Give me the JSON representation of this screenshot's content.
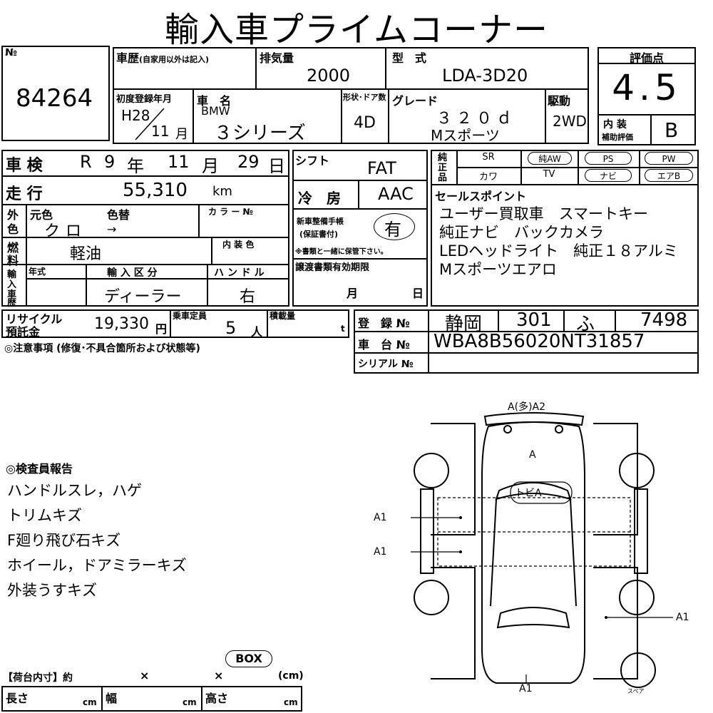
{
  "title": "輸入車プライムコーナー",
  "lot": {
    "label": "№",
    "number": "84264"
  },
  "history": {
    "label": "車歴",
    "note": "(自家用以外は記入)"
  },
  "displacement": {
    "label": "排気量",
    "value": "2000"
  },
  "model_code": {
    "label": "型　式",
    "value": "LDA-3D20"
  },
  "rating": {
    "label": "評価点",
    "score": "4.5",
    "interior_label_1": "内 装",
    "interior_label_2": "補助評価",
    "interior_value": "B"
  },
  "first_reg": {
    "label": "初度登録年月",
    "year": "H28",
    "month": "11",
    "month_unit": "月"
  },
  "car_name": {
    "label": "車　名",
    "maker": "BMW",
    "name": "３シリーズ"
  },
  "doors": {
    "label": "形状･ドア数",
    "value": "4D"
  },
  "grade": {
    "label": "グレード",
    "line1": "３２０ｄ",
    "line2": "Mスポーツ"
  },
  "drive": {
    "label": "駆動",
    "value": "2WD"
  },
  "inspection": {
    "label": "車 検",
    "era": "R",
    "year": "9",
    "year_unit": "年",
    "month": "11",
    "month_unit": "月",
    "day": "29",
    "day_unit": "日"
  },
  "shift": {
    "label": "シフト",
    "value": "FAT"
  },
  "mileage": {
    "label": "走 行",
    "value": "55,310",
    "unit": "km"
  },
  "aircon": {
    "label": "冷　房",
    "value": "AAC"
  },
  "ext_color": {
    "label_1": "外",
    "label_2": "色",
    "orig_label": "元色",
    "change_label": "色替",
    "orig_value": "クロ",
    "change_value": "→",
    "color_no_label": "カ ラ ー №"
  },
  "fuel": {
    "label_1": "燃",
    "label_2": "料",
    "value": "軽油",
    "interior_color_label": "内 装 色"
  },
  "warranty": {
    "label_1": "新車整備手帳",
    "label_2": "(保証書付)",
    "value": "有",
    "note": "※書類と一緒に保管下さい。"
  },
  "equipment": {
    "label": [
      "純",
      "正",
      "品"
    ],
    "items": [
      {
        "name": "SR",
        "circled": false
      },
      {
        "name": "純AW",
        "circled": true
      },
      {
        "name": "PS",
        "circled": true
      },
      {
        "name": "PW",
        "circled": true
      },
      {
        "name": "カワ",
        "circled": false
      },
      {
        "name": "TV",
        "circled": false
      },
      {
        "name": "ナビ",
        "circled": true
      },
      {
        "name": "エアB",
        "circled": true
      }
    ]
  },
  "sales_points": {
    "label": "セールスポイント",
    "lines": [
      "ユーザー買取車　スマートキー",
      "純正ナビ　バックカメラ",
      "LEDヘッドライト　純正１８アルミ",
      "Mスポーツエアロ"
    ]
  },
  "import": {
    "label": [
      "輸",
      "入",
      "車",
      "歴"
    ],
    "year_label": "年式",
    "class_label": "輸 入 区 分",
    "class_value": "ディーラー",
    "handle_label": "ハ ン ド ル",
    "handle_value": "右"
  },
  "transfer": {
    "label": "譲渡書類有効期限",
    "month_unit": "月",
    "day_unit": "日"
  },
  "recycle": {
    "label_1": "リサイクル",
    "label_2": "預託金",
    "value": "19,330",
    "unit": "円"
  },
  "capacity": {
    "label": "乗車定員",
    "value": "5",
    "unit": "人"
  },
  "load": {
    "label": "積載量",
    "unit": "t"
  },
  "registration": {
    "label": "登　録 №",
    "region": "静岡",
    "class": "301",
    "kana": "ふ",
    "number": "7498"
  },
  "chassis": {
    "label": "車　台 №",
    "value": "WBA8B56020NT31857"
  },
  "serial": {
    "label": "シリアル №"
  },
  "notes_label": "◎注意事項 (修復･不具合箇所および状態等)",
  "inspector": {
    "label": "◎検査員報告",
    "lines": [
      "ハンドルスレ，ハゲ",
      "トリムキズ",
      "F廻り飛び石キズ",
      "ホイール，ドアミラーキズ",
      "外装うすキズ"
    ]
  },
  "diagram": {
    "front_bumper": "A(多)A2",
    "hood": "A",
    "roof": "トビA",
    "left_door_front": "A1",
    "left_door_rear": "A1",
    "right_rear": "A1",
    "rear": "A1",
    "spare": "スペア"
  },
  "cargo": {
    "box_label": "BOX",
    "inner_label": "【荷台内寸】約",
    "x1": "×",
    "x2": "×",
    "unit": "(cm)",
    "length_label": "長さ",
    "width_label": "幅",
    "height_label": "高さ",
    "cm": "cm"
  }
}
